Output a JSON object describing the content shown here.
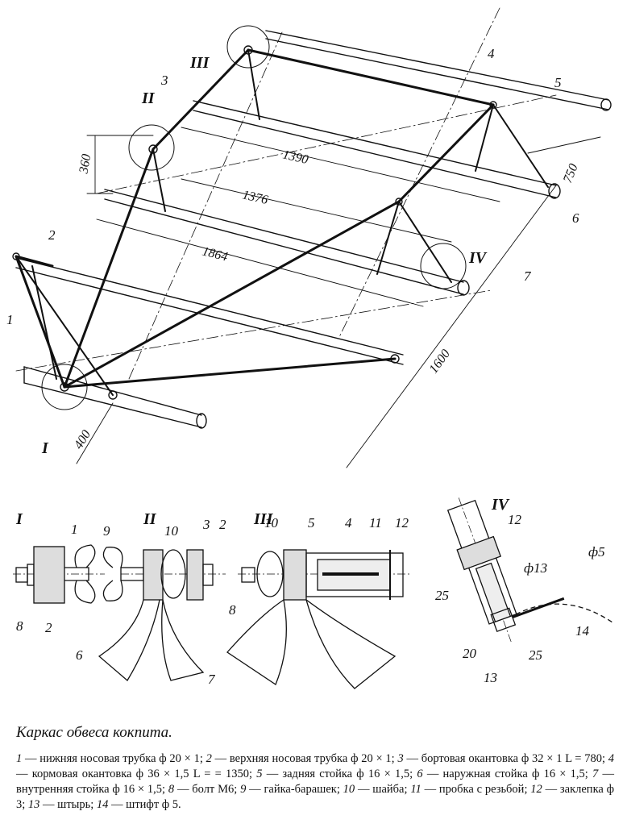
{
  "figure": {
    "caption": "Каркас обвеса кокпита.",
    "legend": [
      {
        "num": "1",
        "text": "— нижняя носовая трубка ф 20 × 1;"
      },
      {
        "num": "2",
        "text": "— верхняя носовая трубка ф 20 × 1;"
      },
      {
        "num": "3",
        "text": "— бортовая окантовка ф 32 × 1 L = 780;"
      },
      {
        "num": "4",
        "text": "— кормовая окантовка ф 36 × 1,5 L = = 1350;"
      },
      {
        "num": "5",
        "text": "— задняя стойка ф 16 × 1,5;"
      },
      {
        "num": "6",
        "text": "— наружная стойка ф 16 × 1,5;"
      },
      {
        "num": "7",
        "text": "— внутренняя стойка ф 16 × 1,5;"
      },
      {
        "num": "8",
        "text": "— болт М6;"
      },
      {
        "num": "9",
        "text": "— гайка-барашек;"
      },
      {
        "num": "10",
        "text": "— шайба;"
      },
      {
        "num": "11",
        "text": "— пробка с резьбой;"
      },
      {
        "num": "12",
        "text": "— заклепка ф 3;"
      },
      {
        "num": "13",
        "text": "— штырь;"
      },
      {
        "num": "14",
        "text": "— штифт ф 5."
      }
    ]
  },
  "main_view": {
    "dimensions": {
      "d360": "360",
      "d1390": "1390",
      "d1376": "1376",
      "d1864": "1864",
      "d750": "750",
      "d1600": "1600",
      "d400": "400"
    },
    "part_labels": {
      "p1": "1",
      "p2": "2",
      "p3": "3",
      "p4": "4",
      "p5": "5",
      "p6": "6",
      "p7": "7"
    },
    "detail_marks": {
      "I": "I",
      "II": "II",
      "III": "III",
      "IV": "IV"
    }
  },
  "details": {
    "I": {
      "title": "I",
      "labels": {
        "p1": "1",
        "p9": "9",
        "p8": "8",
        "p2": "2"
      }
    },
    "II": {
      "title": "II",
      "labels": {
        "d10": "10",
        "p3": "3",
        "p2": "2",
        "p8": "8",
        "p6": "6",
        "p7": "7"
      }
    },
    "III": {
      "title": "III",
      "labels": {
        "p10": "10",
        "p5": "5",
        "p4": "4",
        "p11": "11",
        "p12": "12"
      }
    },
    "IV": {
      "title": "IV",
      "labels": {
        "p12": "12",
        "d13": "ф13",
        "d5": "ф5",
        "d25a": "25",
        "d20": "20",
        "d25b": "25",
        "p14": "14",
        "p13": "13"
      }
    }
  }
}
